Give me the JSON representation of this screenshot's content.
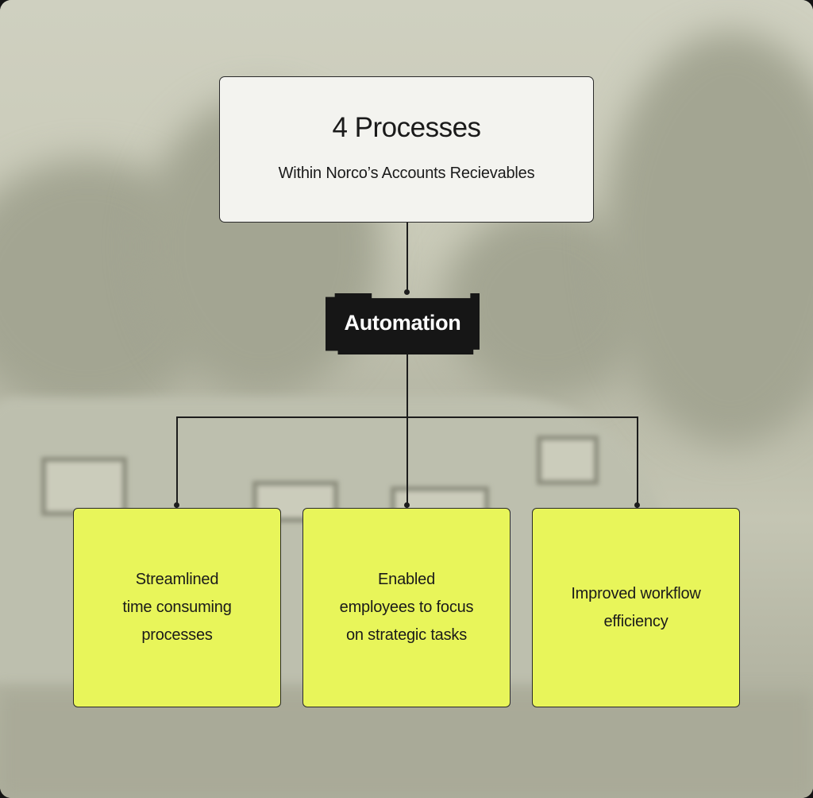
{
  "header": {
    "title": "4 Processes",
    "subtitle": "Within Norco’s Accounts Recievables"
  },
  "center_badge": {
    "label": "Automation"
  },
  "outcomes": [
    {
      "label_lines": [
        "Streamlined",
        "time consuming",
        "processes"
      ]
    },
    {
      "label_lines": [
        "Enabled",
        "employees to focus",
        "on strategic tasks"
      ]
    },
    {
      "label_lines": [
        "Improved workflow",
        "efficiency"
      ]
    }
  ],
  "colors": {
    "card_fill": "#e8f55a",
    "badge_fill": "#161616",
    "top_box_fill": "#f3f3ef",
    "connector": "#1c1c1c"
  }
}
